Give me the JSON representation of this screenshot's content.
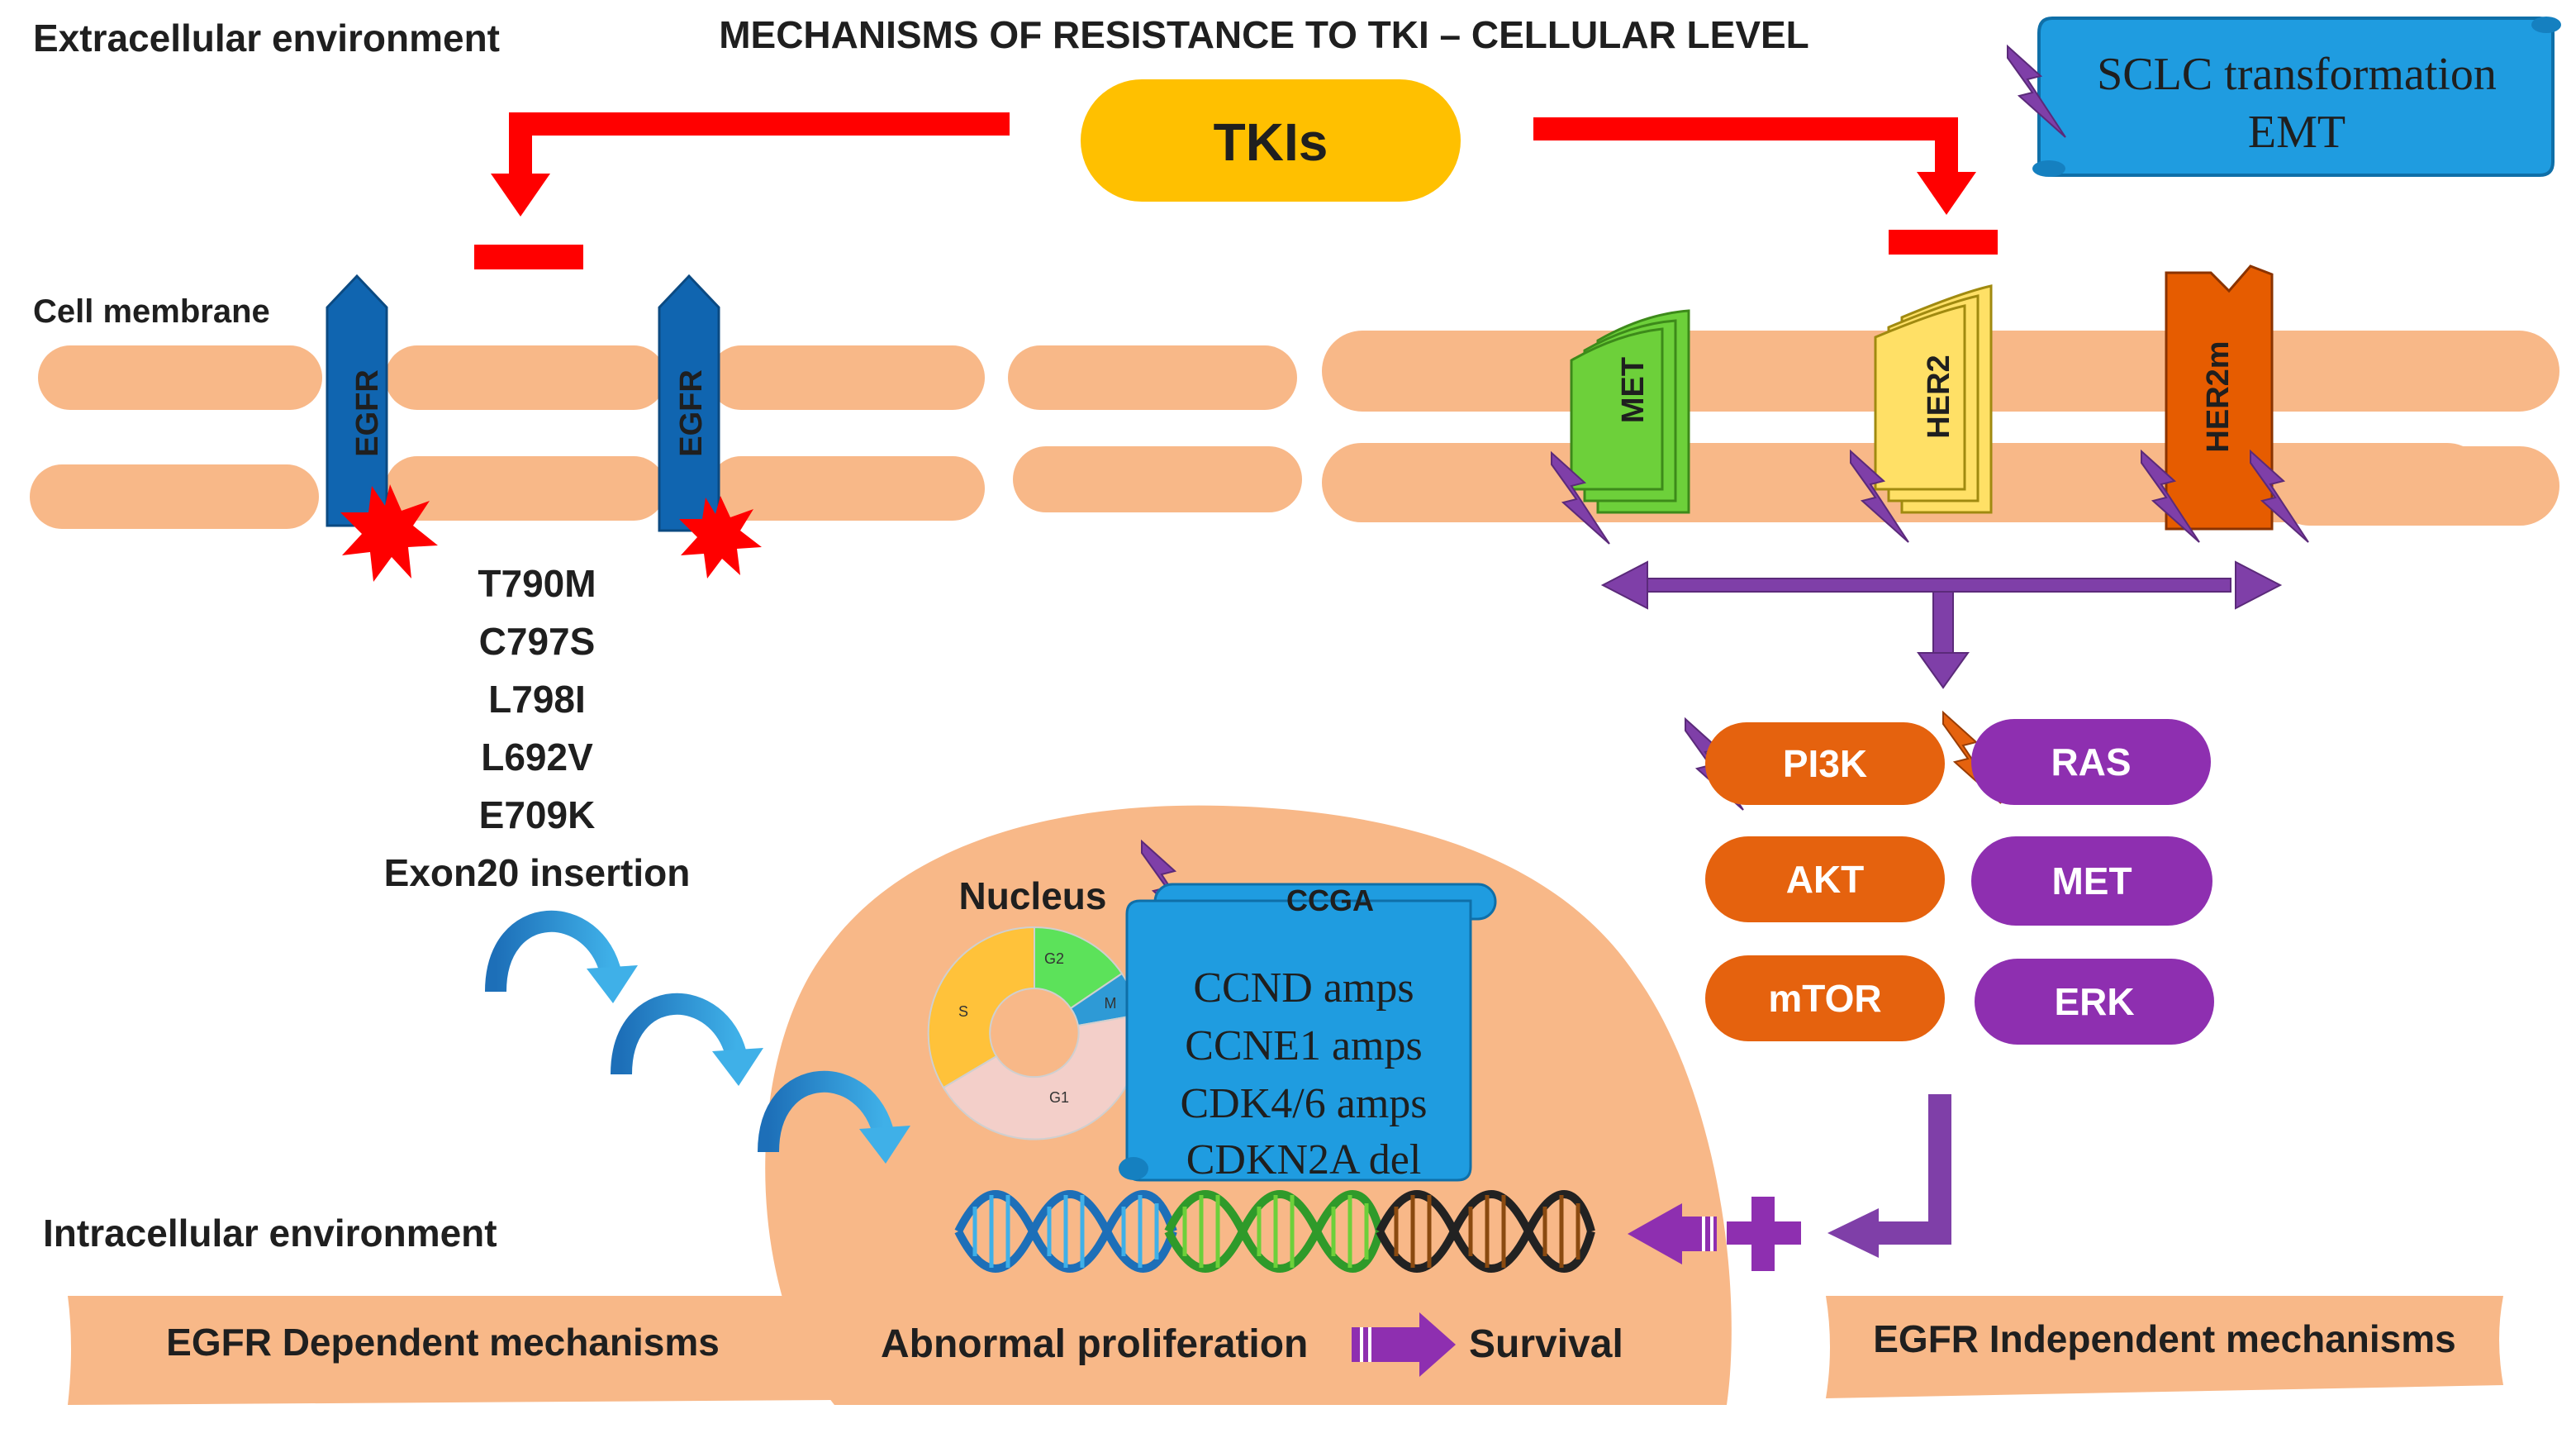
{
  "title": "MECHANISMS OF RESISTANCE TO TKI – CELLULAR LEVEL",
  "regions": {
    "extracellular": "Extracellular environment",
    "membrane": "Cell membrane",
    "intracellular": "Intracellular environment"
  },
  "tki_label": "TKIs",
  "sclc_box": {
    "line1": "SCLC transformation",
    "line2": "EMT"
  },
  "receptors": {
    "egfr_left": "EGFR",
    "egfr_right": "EGFR",
    "met": "MET",
    "her2": "HER2",
    "her2m": "HER2m"
  },
  "egfr_mutations": [
    "T790M",
    "C797S",
    "L798I",
    "L692V",
    "E709K",
    "Exon20 insertion"
  ],
  "pathway_nodes": {
    "pi3k": "PI3K",
    "ras": "RAS",
    "akt": "AKT",
    "met": "MET",
    "mtor": "mTOR",
    "erk": "ERK"
  },
  "nucleus": {
    "label": "Nucleus",
    "cycle_phases": {
      "g2": "G2",
      "m": "M",
      "g1": "G1",
      "s": "S"
    }
  },
  "ccga_box": {
    "title": "CCGA",
    "items": [
      "CCND amps",
      "CCNE1 amps",
      "CDK4/6 amps",
      "CDKN2A del"
    ]
  },
  "outcomes": {
    "proliferation": "Abnormal proliferation",
    "survival": "Survival"
  },
  "mechanism_banners": {
    "dependent": "EGFR Dependent mechanisms",
    "independent": "EGFR Independent mechanisms"
  },
  "colors": {
    "inhibition_red": "#ff0000",
    "tki_yellow": "#ffc000",
    "membrane_salmon": "#f8b888",
    "egfr_blue": "#1065b0",
    "met_green": "#6dd03a",
    "her2_yellow": "#ffe066",
    "her2m_orange": "#e65c00",
    "pathway_orange": "#e5620e",
    "pathway_purple": "#8e2fb0",
    "scroll_blue": "#1f9ce0",
    "text_dark": "#1f1f1f"
  }
}
